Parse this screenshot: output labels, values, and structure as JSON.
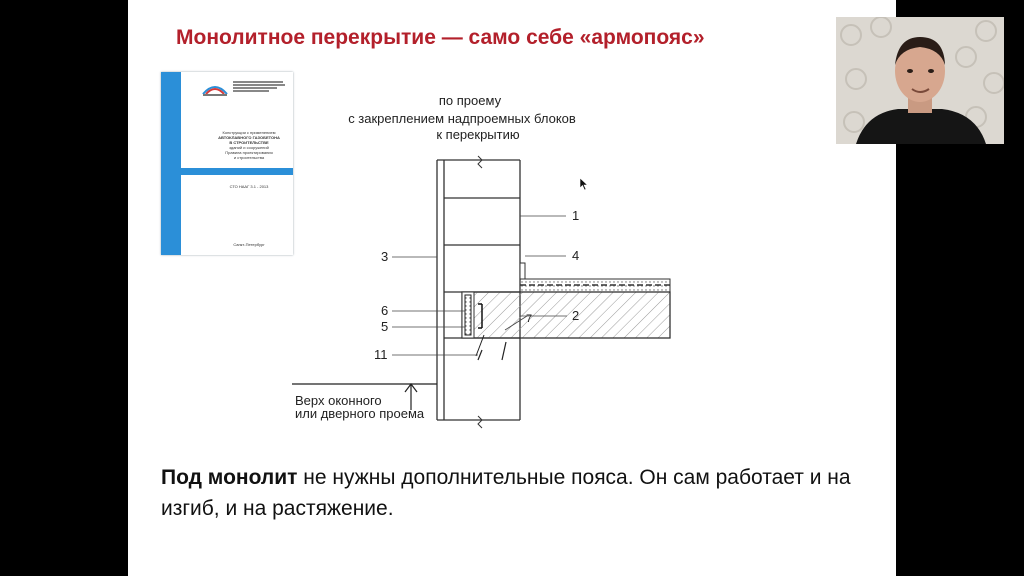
{
  "slide": {
    "title": "Монолитное перекрытие — само себе «армопояс»",
    "body_bold": "Под монолит",
    "body_rest": " не нужны дополнительные пояса. Он сам работает и на изгиб, и на растяжение."
  },
  "drawing": {
    "caption_line1": "по проему",
    "caption_line2": "с закреплением надпроемных блоков",
    "caption_line3": "к перекрытию",
    "callouts": {
      "c1": "1",
      "c2": "2",
      "c3": "3",
      "c4": "4",
      "c5": "5",
      "c6": "6",
      "c7": "7",
      "c11": "11"
    },
    "opening_label_line1": "Верх оконного",
    "opening_label_line2": "или дверного проема"
  },
  "document_cover": {
    "standard_code": "СТО НААГ 3.1 - 2013",
    "title_line1": "Конструкции с применением",
    "title_line2": "АВТОКЛАВНОГО ГАЗОБЕТОНА",
    "title_line3": "В СТРОИТЕЛЬСТВЕ",
    "title_line4": "зданий и сооружений",
    "title_line5": "Правила проектирования",
    "title_line6": "и строительства",
    "city": "Санкт-Петербург"
  },
  "colors": {
    "title_red": "#b3202b",
    "cover_blue": "#2b8fd8"
  }
}
